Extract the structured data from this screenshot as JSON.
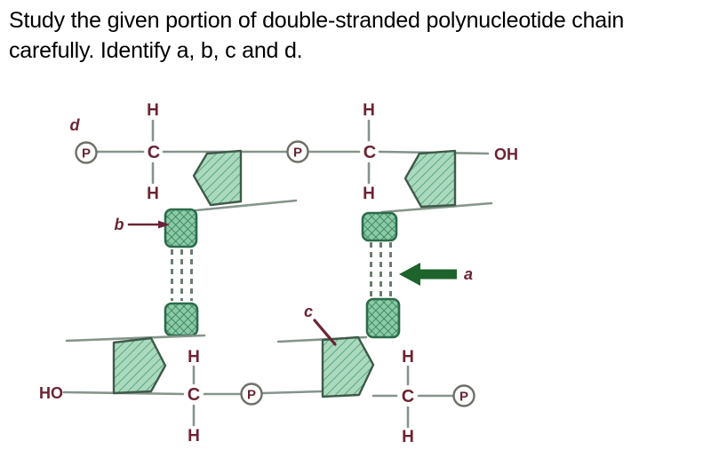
{
  "question": {
    "line1": "Study the given portion of double-stranded polynucleotide chain",
    "line2": "carefully. Identify a, b, c and d."
  },
  "diagram": {
    "labels": {
      "a": "a",
      "b": "b",
      "c": "c",
      "d": "d"
    },
    "atoms": {
      "phosphate": "P",
      "carbon": "C",
      "hydrogen": "H",
      "hydroxyl_right": "OH",
      "hydroxyl_left": "HO"
    },
    "colors": {
      "background": "#ffffff",
      "text": "#000000",
      "letter": "#6b2433",
      "bond_line": "#85948a",
      "ring": "#6e6f68",
      "pentagon_fill": "#abd9bf",
      "pentagon_hatch": "#57a97d",
      "pentagon_outline": "#3f5a49",
      "base_fill": "#8ccaa7",
      "base_hatch": "#2e7d55",
      "base_outline": "#2c6b4a",
      "hbond_dash": "#6b7d70",
      "arrow": "#1e632b"
    }
  }
}
